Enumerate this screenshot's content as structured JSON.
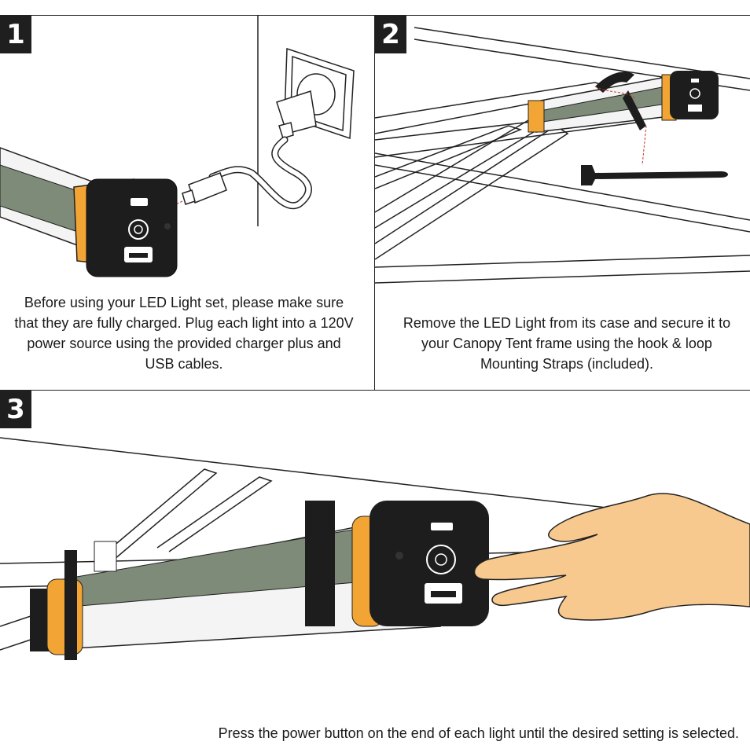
{
  "steps": [
    {
      "number": "1",
      "text": "Before using your LED Light set, please make sure that they are fully charged. Plug each light into a 120V power source using the provided charger plus and USB cables."
    },
    {
      "number": "2",
      "text": "Remove the LED Light from its case and secure it to your Canopy Tent frame using the hook & loop Mounting Straps (included)."
    },
    {
      "number": "3",
      "text": "Press the power button on the end of each light until the desired setting is selected."
    }
  ],
  "colors": {
    "accent_orange": "#f2a534",
    "panel_green": "#7d8b78",
    "device_body": "#1d1d1d",
    "tube_white": "#f4f4f4",
    "skin": "#f7c98f"
  }
}
